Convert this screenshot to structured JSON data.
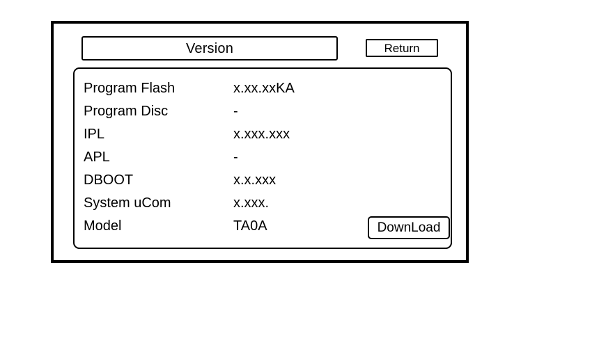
{
  "screen": {
    "title_label": "Version",
    "return_label": "Return",
    "download_label": "DownLoad"
  },
  "version_table": {
    "rows": [
      {
        "label": "Program Flash",
        "value": "x.xx.xxKA"
      },
      {
        "label": "Program Disc",
        "value": "-"
      },
      {
        "label": "IPL",
        "value": "x.xxx.xxx"
      },
      {
        "label": "APL",
        "value": "-"
      },
      {
        "label": "DBOOT",
        "value": "x.x.xxx"
      },
      {
        "label": "System uCom",
        "value": "x.xxx."
      },
      {
        "label": "Model",
        "value": "TA0A"
      }
    ]
  },
  "colors": {
    "background": "#ffffff",
    "foreground": "#000000",
    "frame_border": "#000000"
  }
}
